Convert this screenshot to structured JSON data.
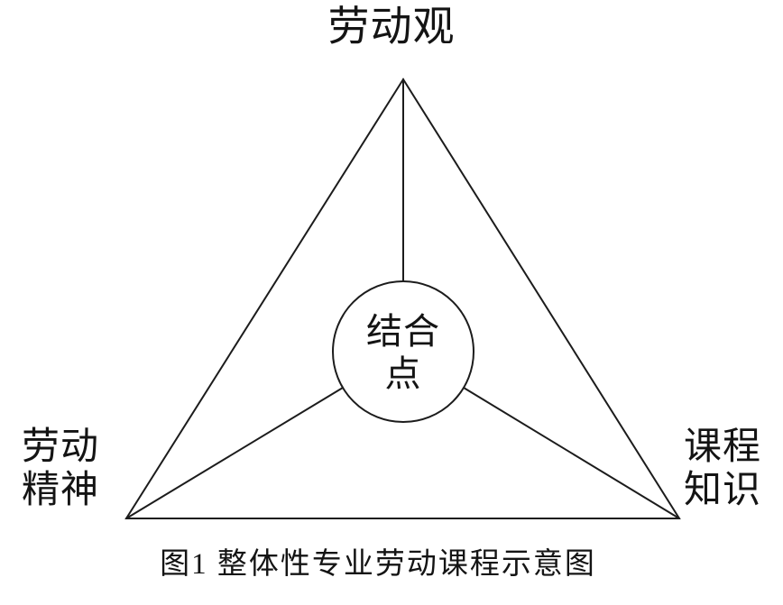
{
  "diagram": {
    "top_label": "劳动观",
    "left_label": {
      "line1": "劳动",
      "line2": "精神"
    },
    "right_label": {
      "line1": "课程",
      "line2": "知识"
    },
    "center_label": {
      "line1": "结合",
      "line2": "点"
    },
    "caption": "图1 整体性专业劳动课程示意图",
    "line_color": "#1c1c1c",
    "background_color": "#ffffff"
  }
}
